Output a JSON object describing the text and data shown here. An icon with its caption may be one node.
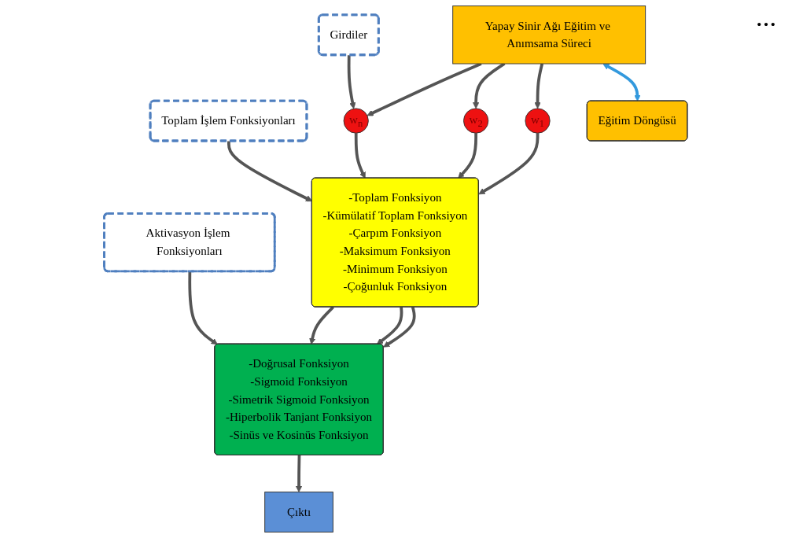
{
  "diagram": {
    "nodes": [
      {
        "text": [
          "Yapay Sinir Ağı Eğitim ve Anımsama Süreci"
        ]
      },
      {
        "text": [
          "w$_{1}$"
        ]
      },
      {
        "text": [
          "w$_{2}$"
        ]
      },
      {
        "text": [
          "w$_{n}$"
        ]
      },
      {
        "text": [
          "Girdiler"
        ]
      },
      {
        "text": [
          "-Toplam Fonksiyon",
          "-Kümülatif Toplam Fonksiyon",
          "-Çarpım Fonksiyon",
          "-Maksimum Fonksiyon",
          "-Minimum Fonksiyon",
          "-Çoğunluk Fonksiyon"
        ]
      },
      {
        "text": [
          "Toplam İşlem Fonksiyonları"
        ]
      },
      {
        "text": [
          "Eğitim Döngüsü"
        ]
      },
      {
        "text": [
          "-Doğrusal Fonksiyon",
          "-Sigmoid Fonksiyon",
          "-Simetrik Sigmoid Fonksiyon",
          "-Hiperbolik Tanjant Fonksiyon",
          "-Sinüs ve Kosinüs Fonksiyon"
        ]
      },
      {
        "text": [
          "Aktivasyon İşlem Fonksiyonları"
        ]
      },
      {
        "text": [
          "Çıktı"
        ]
      }
    ],
    "edges": [
      {
        "from": 0,
        "to": 1,
        "arrow": "to"
      },
      {
        "from": 0,
        "to": 2,
        "arrow": "to"
      },
      {
        "from": 0,
        "to": 3,
        "arrow": "to"
      },
      {
        "from": 4,
        "to": 3,
        "arrow": "to"
      },
      {
        "from": 1,
        "to": 5,
        "arrow": "to"
      },
      {
        "from": 2,
        "to": 5,
        "arrow": "to"
      },
      {
        "from": 3,
        "to": 5,
        "arrow": "to"
      },
      {
        "from": 6,
        "to": 5,
        "arrow": "to"
      },
      {
        "from": 0,
        "to": 7,
        "arrow": "both",
        "color": "#3399dd"
      },
      {
        "from": 5,
        "to": 8,
        "arrow": "to"
      },
      {
        "from": 5,
        "to": 8,
        "arrow": "to"
      },
      {
        "from": 5,
        "to": 8,
        "arrow": "to"
      },
      {
        "from": 9,
        "to": 8,
        "arrow": "to"
      },
      {
        "from": 8,
        "to": 10,
        "arrow": "to"
      }
    ],
    "labels": [
      "…"
    ]
  }
}
